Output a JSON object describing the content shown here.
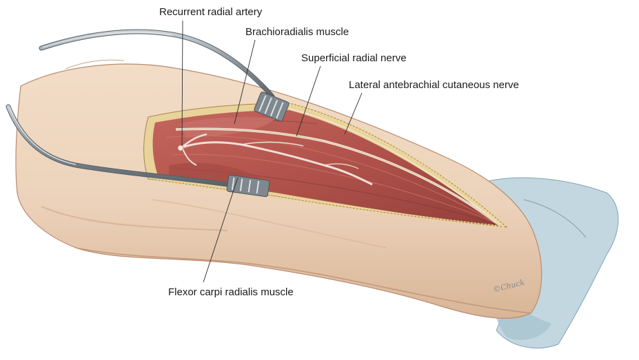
{
  "labels": {
    "recurrent_radial_artery": "Recurrent radial artery",
    "brachioradialis_muscle": "Brachioradialis muscle",
    "superficial_radial_nerve": "Superficial radial nerve",
    "lateral_antebrachial_cutaneous_nerve": "Lateral antebrachial cutaneous nerve",
    "flexor_carpi_radialis_muscle": "Flexor carpi radialis muscle"
  },
  "signature": "©Chuck",
  "colors": {
    "skin": "#eed6bf",
    "skin_shadow": "#dcbb9c",
    "muscle": "#b5574f",
    "muscle_dark": "#8e3a35",
    "fat": "#e8d59a",
    "nerve": "#f1e3cf",
    "retractor": "#8c9499",
    "drape": "#b7d0da",
    "leader_line": "#2a2a2a"
  }
}
